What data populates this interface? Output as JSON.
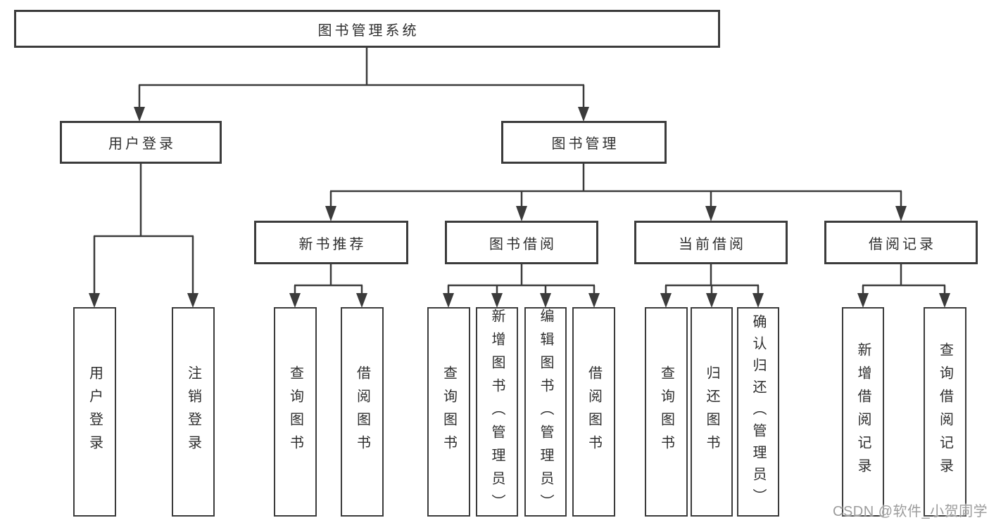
{
  "title": "图书管理系统",
  "colors": {
    "line": "#3b3b3b",
    "box_border": "#3b3b3b",
    "text": "#2e2e2e",
    "background": "#ffffff",
    "watermark": "#9c9c9c"
  },
  "tree": {
    "root": {
      "label": "图书管理系统"
    },
    "branches": [
      {
        "label": "用户登录",
        "children": [
          {
            "label": "用户登录"
          },
          {
            "label": "注销登录"
          }
        ]
      },
      {
        "label": "图书管理",
        "children": [
          {
            "label": "新书推荐",
            "children": [
              {
                "label": "查询图书"
              },
              {
                "label": "借阅图书"
              }
            ]
          },
          {
            "label": "图书借阅",
            "children": [
              {
                "label": "查询图书"
              },
              {
                "label": "新增图书（管理员）"
              },
              {
                "label": "编辑图书（管理员）"
              },
              {
                "label": "借阅图书"
              }
            ]
          },
          {
            "label": "当前借阅",
            "children": [
              {
                "label": "查询图书"
              },
              {
                "label": "归还图书"
              },
              {
                "label": "确认归还（管理员）"
              }
            ]
          },
          {
            "label": "借阅记录",
            "children": [
              {
                "label": "新增借阅记录"
              },
              {
                "label": "查询借阅记录"
              }
            ]
          }
        ]
      }
    ]
  },
  "watermark": {
    "text": "CSDN @软件_小贺同学"
  }
}
